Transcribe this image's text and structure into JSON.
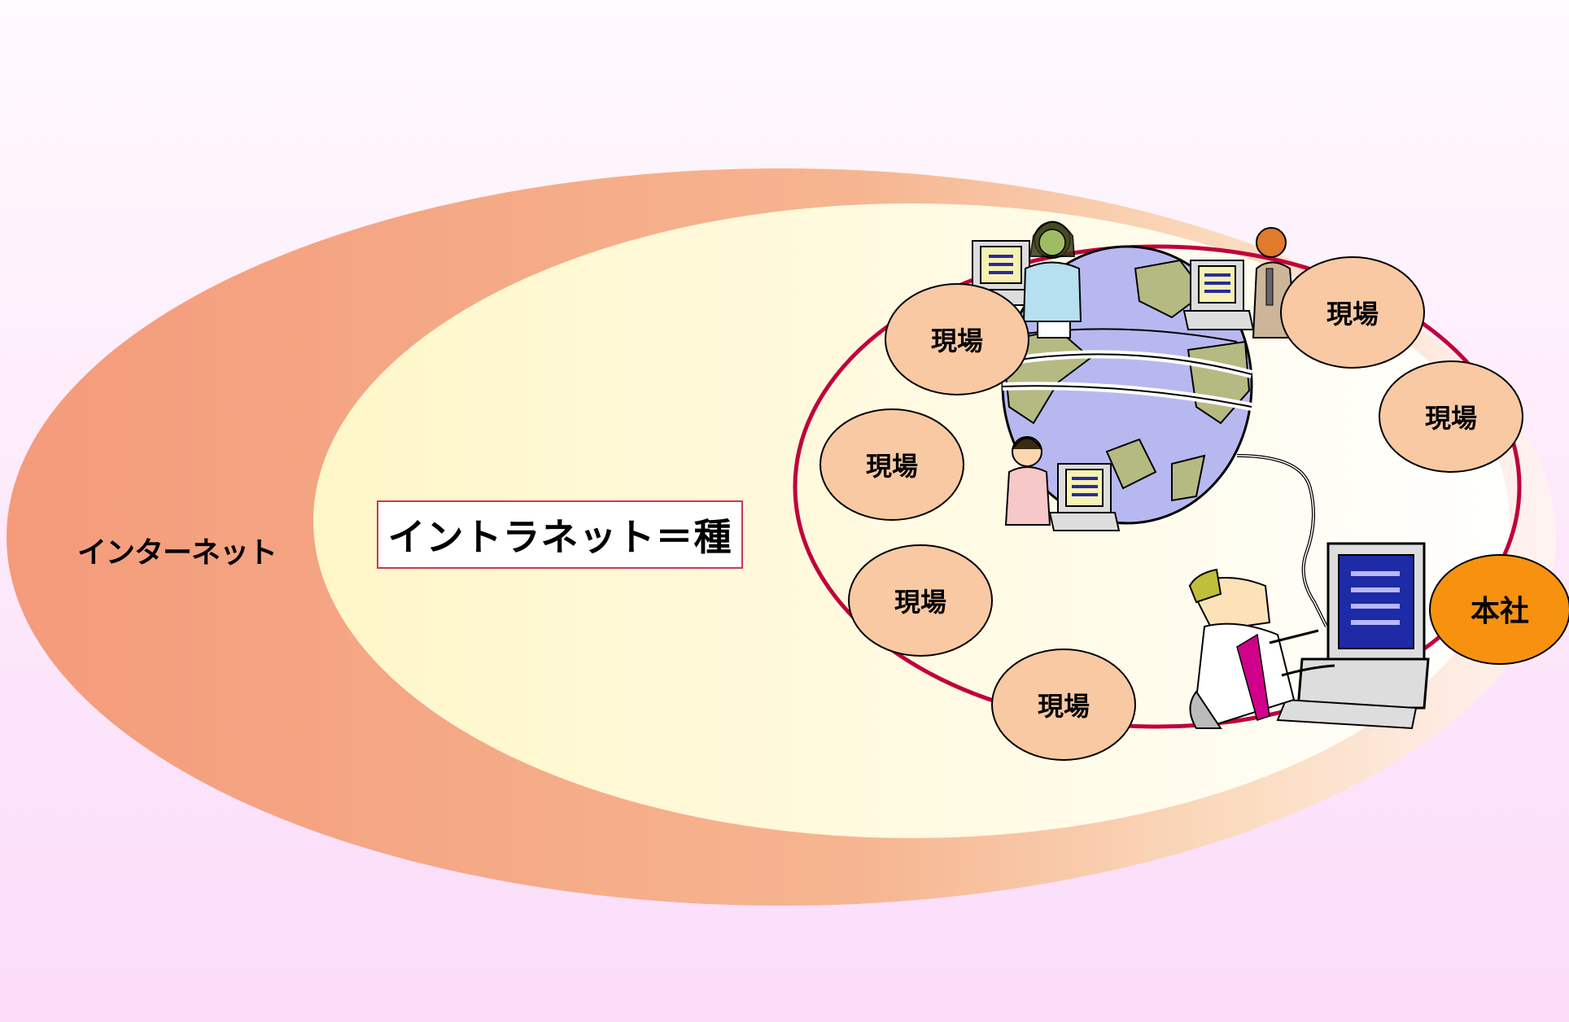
{
  "labels": {
    "internet": "インターネット",
    "intranet": "イントラネット＝種",
    "site": "現場",
    "headquarters": "本社"
  },
  "sites": [
    {
      "id": "site-1",
      "label": "現場"
    },
    {
      "id": "site-2",
      "label": "現場"
    },
    {
      "id": "site-3",
      "label": "現場"
    },
    {
      "id": "site-4",
      "label": "現場"
    },
    {
      "id": "site-5",
      "label": "現場"
    },
    {
      "id": "site-6",
      "label": "現場"
    }
  ],
  "colors": {
    "internet_outer": "#f2a07e",
    "intranet_inner": "#fffbe0",
    "ring": "#c0003c",
    "site_node": "#f8c9a3",
    "headquarters_node": "#f7920f",
    "globe_ocean": "#b8b8f0",
    "globe_land": "#b5ba82"
  }
}
